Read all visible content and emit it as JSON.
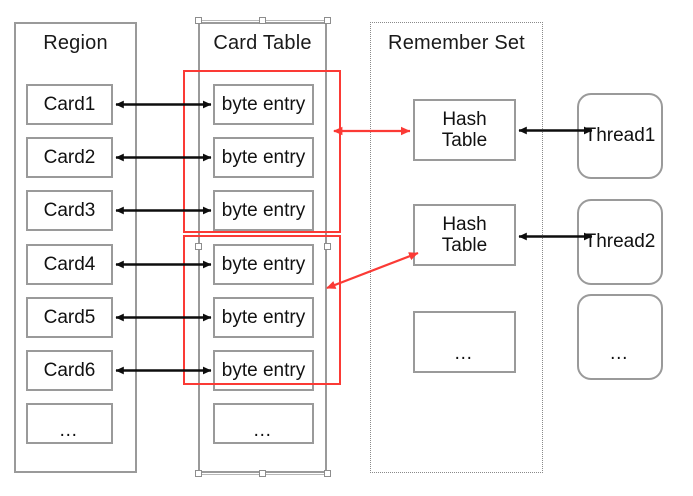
{
  "diagram": {
    "title_region": "Region",
    "title_card_table": "Card Table",
    "title_remember_set": "Remember Set",
    "ellipsis": "…",
    "colors": {
      "highlight_red": "#fb3a35",
      "box_border": "#9a9a9a",
      "arrow_black": "#0d0d0d",
      "handle_border": "#8d8d8d",
      "dotted_border": "#8a8a8a"
    },
    "region": {
      "label": "Region",
      "cards": [
        {
          "label": "Card1"
        },
        {
          "label": "Card2"
        },
        {
          "label": "Card3"
        },
        {
          "label": "Card4"
        },
        {
          "label": "Card5"
        },
        {
          "label": "Card6"
        },
        {
          "label": "…"
        }
      ]
    },
    "card_table": {
      "label": "Card Table",
      "entries": [
        {
          "label": "byte entry"
        },
        {
          "label": "byte entry"
        },
        {
          "label": "byte entry"
        },
        {
          "label": "byte entry"
        },
        {
          "label": "byte entry"
        },
        {
          "label": "byte entry"
        },
        {
          "label": "…"
        }
      ],
      "selected": true
    },
    "remember_set": {
      "label": "Remember Set",
      "hash_tables": [
        {
          "line1": "Hash",
          "line2": "Table"
        },
        {
          "line1": "Hash",
          "line2": "Table"
        },
        {
          "label": "…"
        }
      ]
    },
    "threads": [
      {
        "label": "Thread1"
      },
      {
        "label": "Thread2"
      },
      {
        "label": "…"
      }
    ]
  }
}
